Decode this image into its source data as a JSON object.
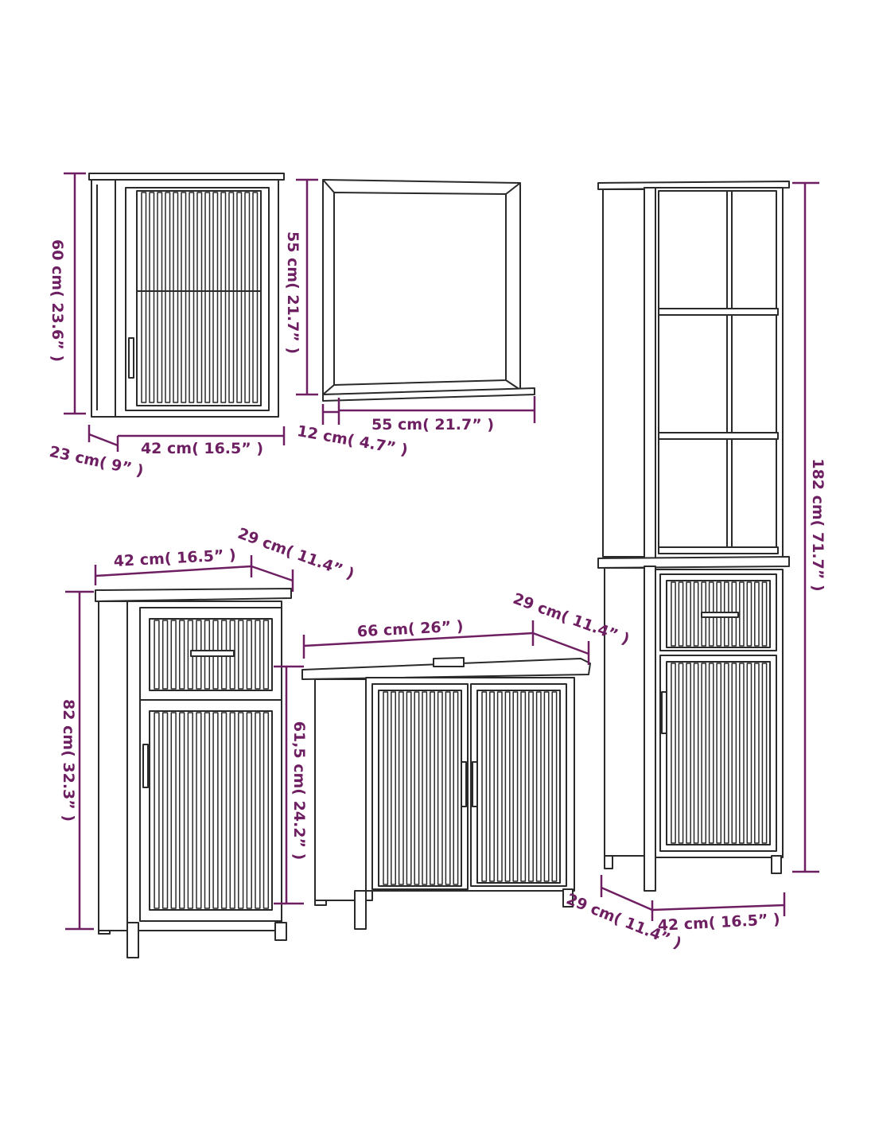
{
  "colors": {
    "dimension": "#6e1f62",
    "outline": "#2a2a2a",
    "fill": "#ffffff"
  },
  "wall_cabinet": {
    "height_label": "60 cm( 23.6” )",
    "width_label": "42 cm( 16.5” )",
    "depth_label": "23 cm( 9” )"
  },
  "mirror": {
    "height_label": "55 cm( 21.7” )",
    "width_label": "55 cm( 21.7” )",
    "depth_label": "12 cm( 4.7” )"
  },
  "tall_cabinet": {
    "height_label": "182 cm( 71.7” )",
    "width_label": "42 cm( 16.5” )",
    "depth_label": "29 cm( 11.4” )"
  },
  "floor_cabinet": {
    "width_label": "42 cm( 16.5” )",
    "depth_label": "29 cm( 11.4” )",
    "height_label": "82 cm( 32.3” )"
  },
  "sink_cabinet": {
    "width_label": "66 cm( 26” )",
    "depth_label": "29 cm( 11.4” )",
    "height_label": "61,5 cm( 24.2” )"
  }
}
